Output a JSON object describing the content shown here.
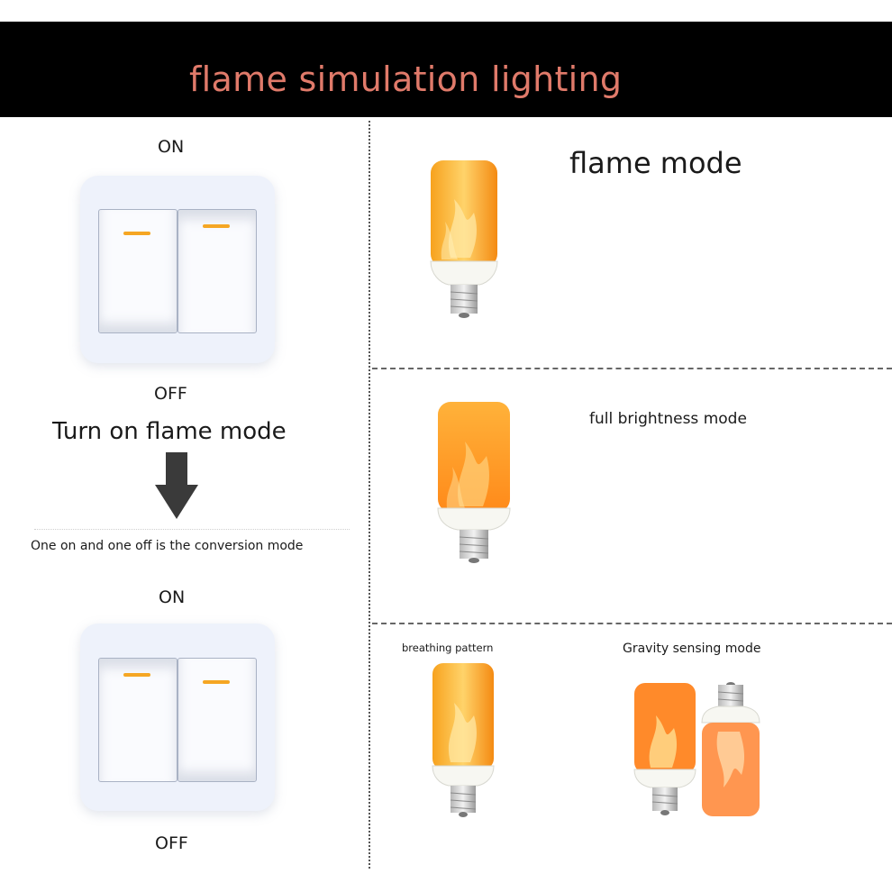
{
  "header": {
    "title": "flame simulation lighting",
    "title_color": "#e07a6a",
    "background": "#000000"
  },
  "left_panel": {
    "top_switch": {
      "on_label": "ON",
      "off_label": "OFF"
    },
    "instruction": "Turn on flame mode",
    "arrow_icon": "arrow-down-icon",
    "conversion_note": "One on and one off is the conversion mode",
    "bottom_switch": {
      "on_label": "ON",
      "off_label": "OFF"
    },
    "indicator_color": "#f5a623"
  },
  "right_panel": {
    "flame_mode": {
      "label": "flame mode"
    },
    "full_brightness_mode": {
      "label": "full brightness mode"
    },
    "breathing_pattern": {
      "label": "breathing pattern"
    },
    "gravity_sensing_mode": {
      "label": "Gravity sensing mode"
    },
    "flame_color": "#ff9a1f"
  }
}
